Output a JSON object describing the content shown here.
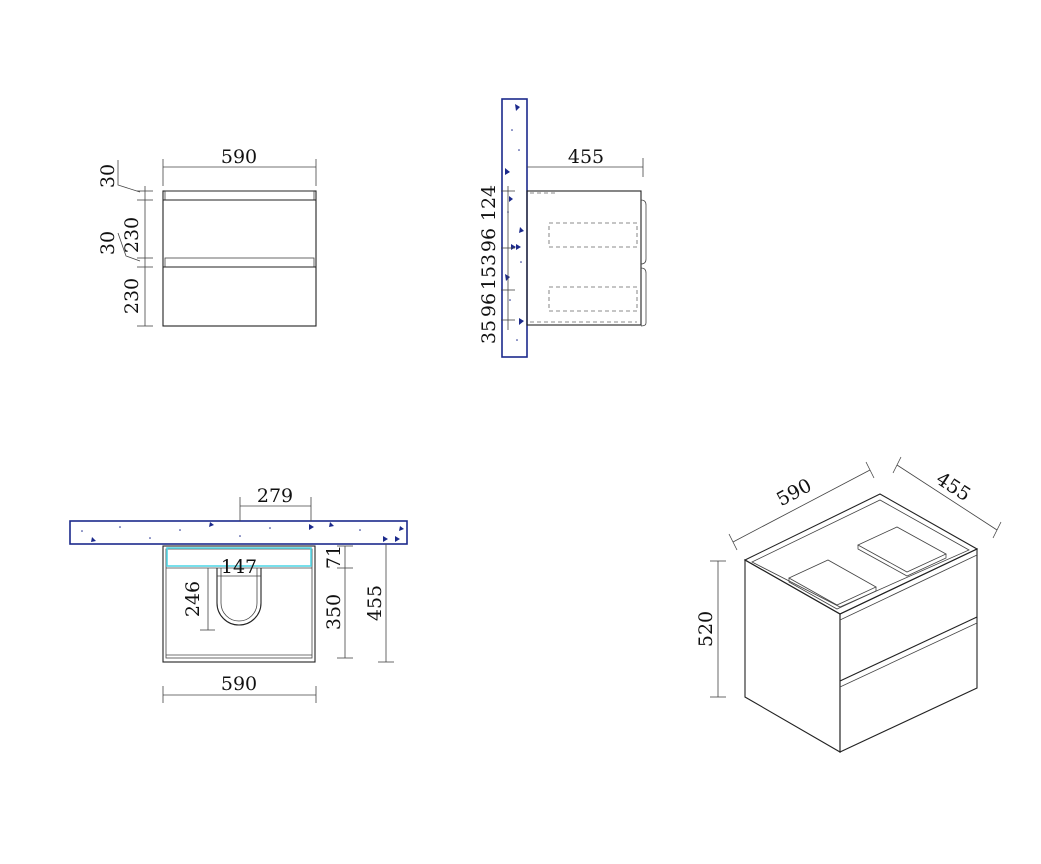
{
  "front_view": {
    "width": "590",
    "top_gap": "30",
    "drawer_1": "230",
    "mid_gap": "30",
    "drawer_2": "230"
  },
  "side_view": {
    "depth": "455",
    "dim_1": "124",
    "dim_2": "96",
    "dim_3": "153",
    "dim_4": "96",
    "dim_5": "35"
  },
  "plan_view": {
    "cutout_width": "279",
    "trap_width": "147",
    "trap_depth": "246",
    "top_offset": "71",
    "inner_depth": "350",
    "total_depth": "455",
    "width": "590"
  },
  "iso_view": {
    "width": "590",
    "depth": "455",
    "height": "520"
  },
  "colors": {
    "line": "#222222",
    "wall": "#1c2a8c",
    "cyan": "#55d7e6"
  }
}
